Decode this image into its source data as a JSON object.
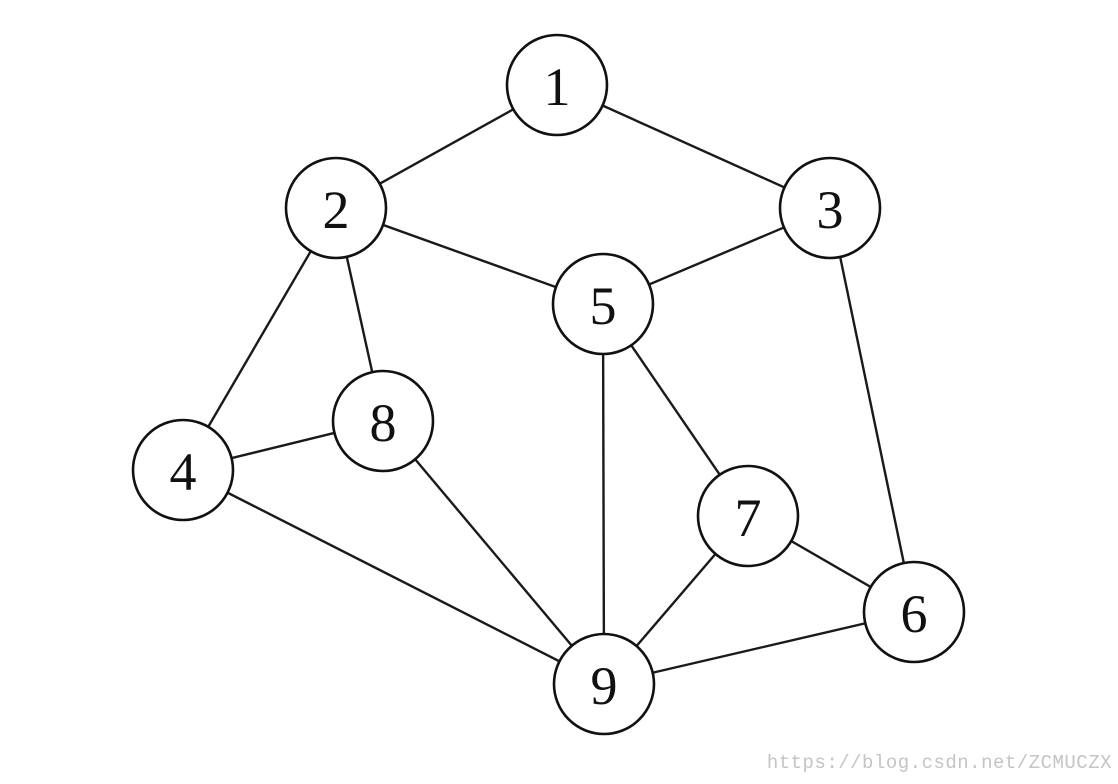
{
  "nodes": [
    {
      "id": "1",
      "label": "1"
    },
    {
      "id": "2",
      "label": "2"
    },
    {
      "id": "3",
      "label": "3"
    },
    {
      "id": "4",
      "label": "4"
    },
    {
      "id": "5",
      "label": "5"
    },
    {
      "id": "6",
      "label": "6"
    },
    {
      "id": "7",
      "label": "7"
    },
    {
      "id": "8",
      "label": "8"
    },
    {
      "id": "9",
      "label": "9"
    }
  ],
  "edges": [
    [
      "1",
      "2"
    ],
    [
      "1",
      "3"
    ],
    [
      "2",
      "5"
    ],
    [
      "3",
      "5"
    ],
    [
      "2",
      "4"
    ],
    [
      "2",
      "8"
    ],
    [
      "4",
      "8"
    ],
    [
      "4",
      "9"
    ],
    [
      "8",
      "9"
    ],
    [
      "5",
      "9"
    ],
    [
      "5",
      "7"
    ],
    [
      "3",
      "6"
    ],
    [
      "7",
      "6"
    ],
    [
      "7",
      "9"
    ],
    [
      "9",
      "6"
    ]
  ],
  "watermark": "https://blog.csdn.net/ZCMUCZX"
}
